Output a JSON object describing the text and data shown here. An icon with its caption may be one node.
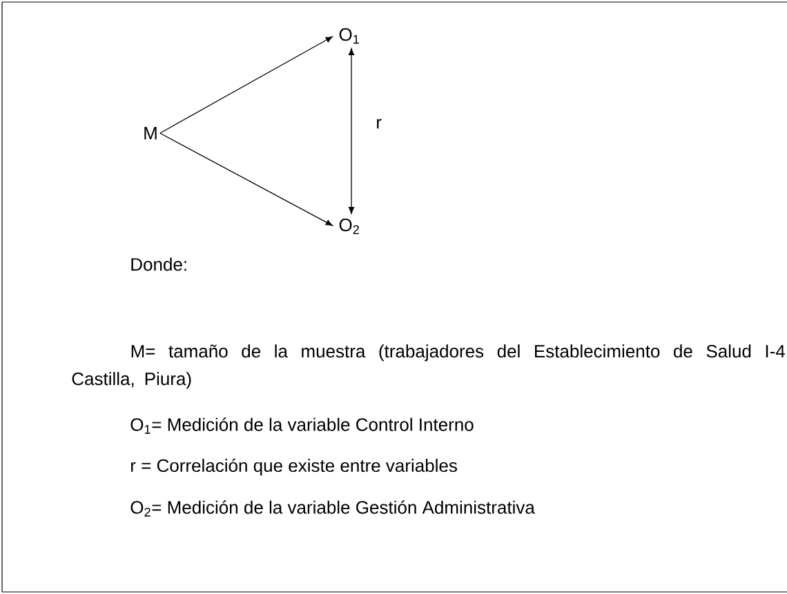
{
  "diagram": {
    "nodes": [
      {
        "text": [
          "M"
        ]
      },
      {
        "text": [
          "O$_{1}$"
        ]
      },
      {
        "text": [
          "O$_{2}$"
        ]
      }
    ],
    "edges": [
      {
        "from": 0,
        "to": 1,
        "arrow": "to"
      },
      {
        "from": 0,
        "to": 2,
        "arrow": "to"
      },
      {
        "from": 1,
        "to": 2,
        "arrow": "both",
        "label": "r"
      }
    ],
    "labels": [
      "Donde:",
      "M= tamaño de la muestra (trabajadores del Establecimiento de Salud I-4 Castilla, Piura)",
      "O$_{1}$= Medición de la variable Control Interno",
      "r = Correlación que existe entre variables",
      "O$_{2}$= Medición de la variable Gestión Administrativa"
    ]
  }
}
